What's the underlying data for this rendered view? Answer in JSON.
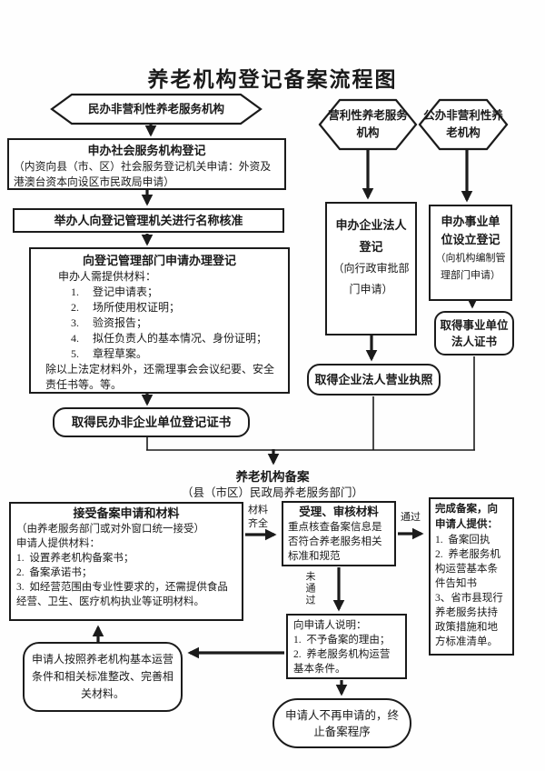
{
  "title": "养老机构登记备案流程图",
  "left": {
    "hex": "民办非营利性养老服务机构",
    "social": {
      "title": "申办社会服务机构登记",
      "body": "（内资向县（市、区）社会服务登记机关申请：外资及港澳台资本向设区市民政局申请）"
    },
    "name_check": "举办人向登记管理机关进行名称核准",
    "register": {
      "title": "向登记管理部门申请办理登记",
      "intro": "申办人需提供材料：",
      "items": [
        "1.　 登记申请表；",
        "2.　 场所使用权证明；",
        "3.　 验资报告；",
        "4.　 拟任负责人的基本情况、身份证明；",
        "5.　 章程草案。"
      ],
      "note": "除以上法定材料外，还需理事会会议纪要、安全责任书等。等。"
    },
    "cert": "取得民办非企业单位登记证书"
  },
  "middle": {
    "hex": "营利性养老服务机构",
    "register": {
      "title": "申办企业法人登记",
      "body": "（向行政审批部门申请）"
    },
    "cert": "取得企业法人营业执照"
  },
  "right": {
    "hex": "公办非营利性养老机构",
    "register": {
      "title": "申办事业单位设立登记",
      "body": "（向机构编制管理部门申请）"
    },
    "cert": "取得事业单位法人证书"
  },
  "filing": {
    "title": "养老机构备案",
    "subtitle": "（县（市区）民政局养老服务部门）"
  },
  "bottom": {
    "accept": {
      "title": "接受备案申请和材料",
      "sub": "（由养老服务部门或对外窗口统一接受）",
      "intro": "申请人提供材料：",
      "items": [
        "1.  设置养老机构备案书；",
        "2.  备案承诺书；",
        "3.  如经营范围由专业性要求的，还需提供食品经营、卫生、医疗机构执业等证明材料。"
      ]
    },
    "review": {
      "title": "受理、审核材料",
      "body": "重点核查备案信息是否符合养老服务相关标准和规范"
    },
    "complete": {
      "title": "完成备案，向申请人提供：",
      "items": [
        "1.  备案回执",
        "2.  养老服务机构运营基本条件告知书",
        "3、省市县现行养老服务扶持政策措施和地方标准清单。"
      ]
    },
    "explain": {
      "title": "向申请人说明：",
      "items": [
        "1.  不予备案的理由；",
        "2.  养老服务机构运营基本条件。"
      ]
    },
    "rectify": "申请人按照养老机构基本运营条件和相关标准整改、完善相关材料。",
    "terminate": "申请人不再申请的，终止备案程序"
  },
  "labels": {
    "materials_complete": "材料齐全",
    "pass": "通过",
    "fail": "未通过"
  }
}
